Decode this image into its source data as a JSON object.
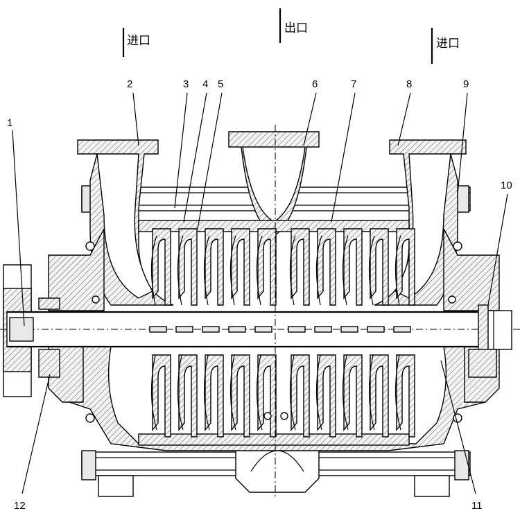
{
  "diagram": {
    "labels": {
      "inlet_left": "进口",
      "outlet": "出口",
      "inlet_right": "进口"
    },
    "part_numbers": [
      "1",
      "2",
      "3",
      "4",
      "5",
      "6",
      "7",
      "8",
      "9",
      "10",
      "11",
      "12"
    ]
  }
}
